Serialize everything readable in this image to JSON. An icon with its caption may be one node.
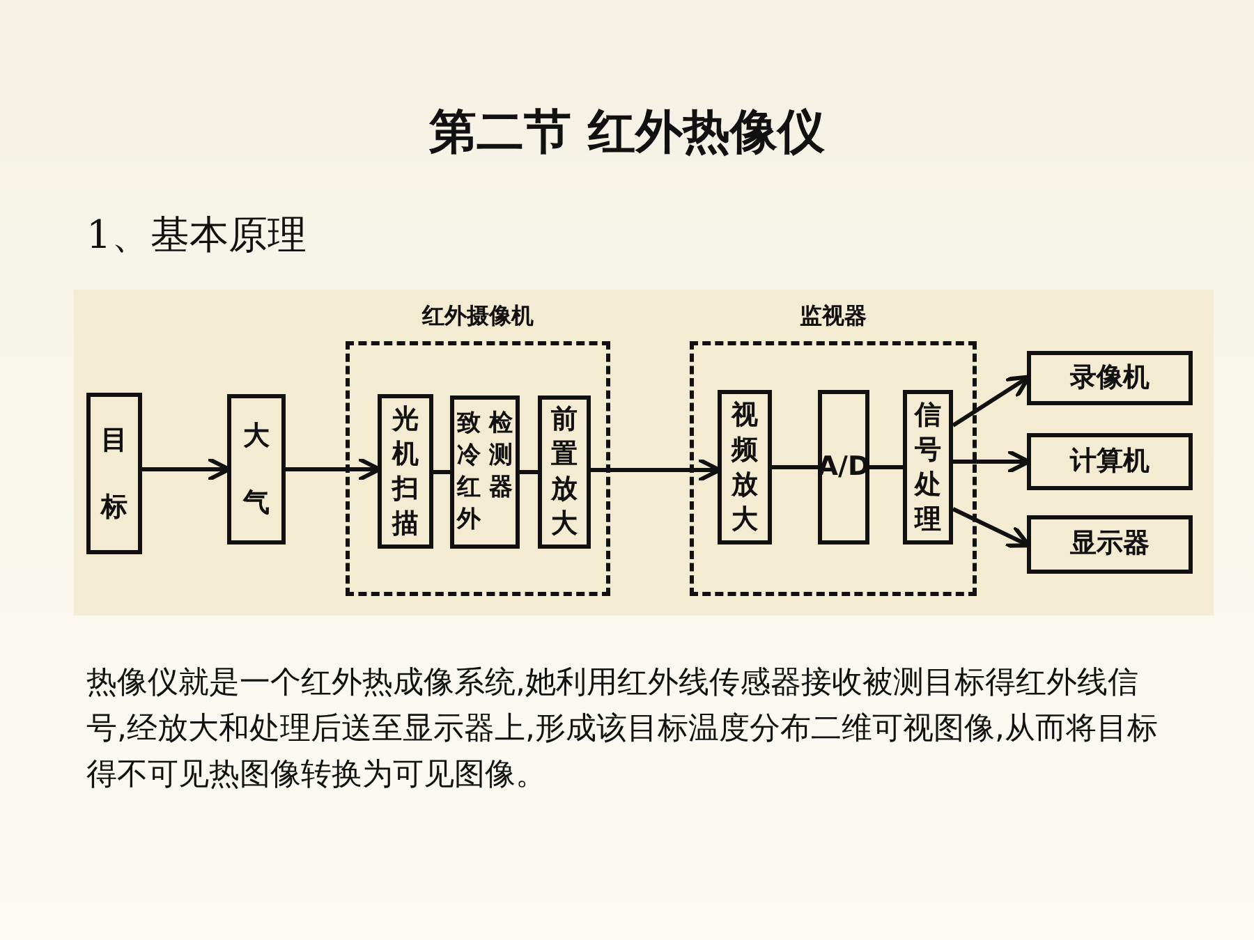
{
  "diagram": {
    "title": "第二节 红外热像仪",
    "nodes": [
      {
        "text": [
          "目标"
        ]
      },
      {
        "text": [
          "大气"
        ]
      },
      {
        "text": [
          "红外摄像机"
        ]
      },
      {
        "text": [
          "光机扫描"
        ],
        "in": 2
      },
      {
        "text": [
          "致冷红外检测器"
        ],
        "in": 2
      },
      {
        "text": [
          "前置放大"
        ],
        "in": 2
      },
      {
        "text": [
          "监视器"
        ]
      },
      {
        "text": [
          "视频放大"
        ],
        "in": 6
      },
      {
        "text": [
          "A/D"
        ],
        "in": 6
      },
      {
        "text": [
          "信号处理"
        ],
        "in": 6
      },
      {
        "text": [
          "录像机"
        ]
      },
      {
        "text": [
          "计算机"
        ]
      },
      {
        "text": [
          "显示器"
        ]
      }
    ],
    "edges": [
      {
        "from": 0,
        "to": 1,
        "arrow": "to"
      },
      {
        "from": 1,
        "to": 3,
        "arrow": "to"
      },
      {
        "from": 3,
        "to": 4,
        "arrow": "none"
      },
      {
        "from": 4,
        "to": 5,
        "arrow": "none"
      },
      {
        "from": 5,
        "to": 7,
        "arrow": "to"
      },
      {
        "from": 7,
        "to": 8,
        "arrow": "none"
      },
      {
        "from": 8,
        "to": 9,
        "arrow": "none"
      },
      {
        "from": 9,
        "to": 10,
        "arrow": "to"
      },
      {
        "from": 9,
        "to": 11,
        "arrow": "to"
      },
      {
        "from": 9,
        "to": 12,
        "arrow": "to"
      }
    ],
    "labels": [
      "1、基本原理",
      "热像仪就是一个红外热成像系统,她利用红外线传感器接收被测目标得红外线信号,经放大和处理后送至显示器上,形成该目标温度分布二维可视图像,从而将目标得不可见热图像转换为可见图像。"
    ]
  }
}
